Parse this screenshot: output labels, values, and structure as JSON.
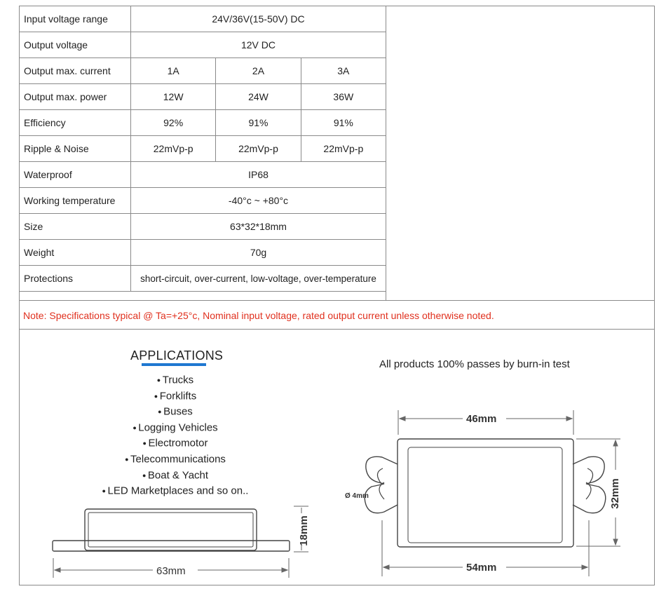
{
  "specs": {
    "rows": [
      {
        "label": "Input voltage range",
        "values": [
          "24V/36V(15-50V) DC"
        ]
      },
      {
        "label": "Output voltage",
        "values": [
          "12V DC"
        ]
      },
      {
        "label": "Output max. current",
        "values": [
          "1A",
          "2A",
          "3A"
        ]
      },
      {
        "label": "Output max. power",
        "values": [
          "12W",
          "24W",
          "36W"
        ]
      },
      {
        "label": "Efficiency",
        "values": [
          "92%",
          "91%",
          "91%"
        ]
      },
      {
        "label": "Ripple & Noise",
        "values": [
          "22mVp-p",
          "22mVp-p",
          "22mVp-p"
        ]
      },
      {
        "label": "Waterproof",
        "values": [
          "IP68"
        ]
      },
      {
        "label": "Working temperature",
        "values": [
          "-40°c ~ +80°c"
        ]
      },
      {
        "label": "Size",
        "values": [
          "63*32*18mm"
        ]
      },
      {
        "label": "Weight",
        "values": [
          "70g"
        ]
      },
      {
        "label": "Protections",
        "values": [
          "short-circuit, over-current, low-voltage, over-temperature"
        ]
      }
    ],
    "note": "Note: Specifications typical @ Ta=+25°c, Nominal input voltage, rated output current unless otherwise noted."
  },
  "applications": {
    "title": "APPLICATIONS",
    "items": [
      "Trucks",
      "Forklifts",
      "Buses",
      "Logging Vehicles",
      "Electromotor",
      "Telecommunications",
      "Boat & Yacht",
      "LED Marketplaces and so on.."
    ],
    "accent": "#1f78d1"
  },
  "burn_in": "All products 100% passes by burn-in test",
  "dimensions": {
    "side_length": "63mm",
    "side_height": "18mm",
    "top_width": "46mm",
    "top_length": "54mm",
    "top_height": "32mm",
    "hole": "Ø 4mm"
  },
  "colors": {
    "note": "#e0301e",
    "border": "#8a8a8a"
  }
}
